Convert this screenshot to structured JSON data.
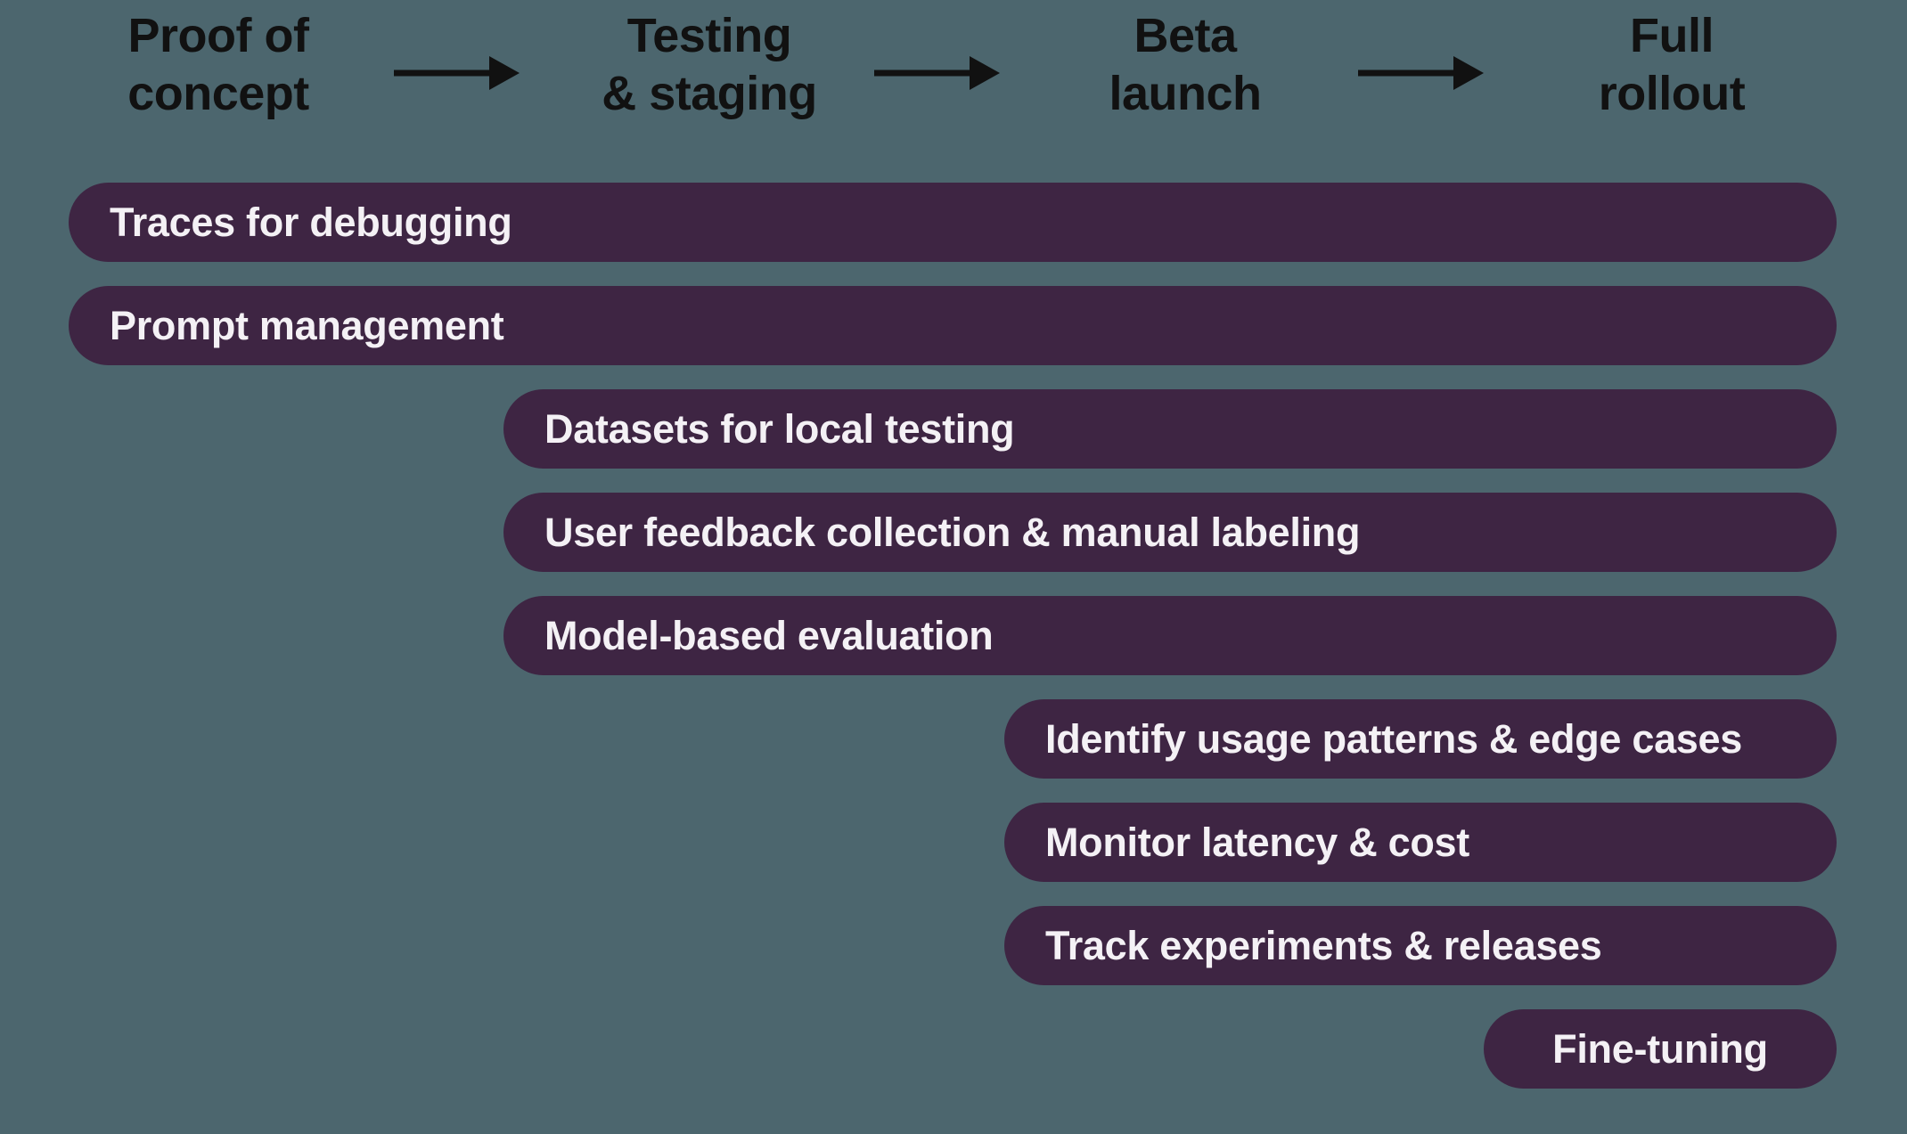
{
  "colors": {
    "background": "#4C666E",
    "bar_fill": "#3E2543",
    "bar_text": "#F4F1F5",
    "header_text": "#111111",
    "arrow": "#111111"
  },
  "stages": [
    {
      "label": "Proof of\nconcept"
    },
    {
      "label": "Testing\n& staging"
    },
    {
      "label": "Beta\nlaunch"
    },
    {
      "label": "Full\nrollout"
    }
  ],
  "bars": [
    {
      "label": "Traces for debugging",
      "start_stage": "Proof of concept"
    },
    {
      "label": "Prompt management",
      "start_stage": "Proof of concept"
    },
    {
      "label": "Datasets for local testing",
      "start_stage": "Testing & staging"
    },
    {
      "label": "User feedback collection & manual labeling",
      "start_stage": "Testing & staging"
    },
    {
      "label": "Model-based evaluation",
      "start_stage": "Testing & staging"
    },
    {
      "label": "Identify usage patterns & edge cases",
      "start_stage": "Beta launch"
    },
    {
      "label": "Monitor latency & cost",
      "start_stage": "Beta launch"
    },
    {
      "label": "Track experiments & releases",
      "start_stage": "Beta launch"
    },
    {
      "label": "Fine-tuning",
      "start_stage": "Full rollout"
    }
  ]
}
